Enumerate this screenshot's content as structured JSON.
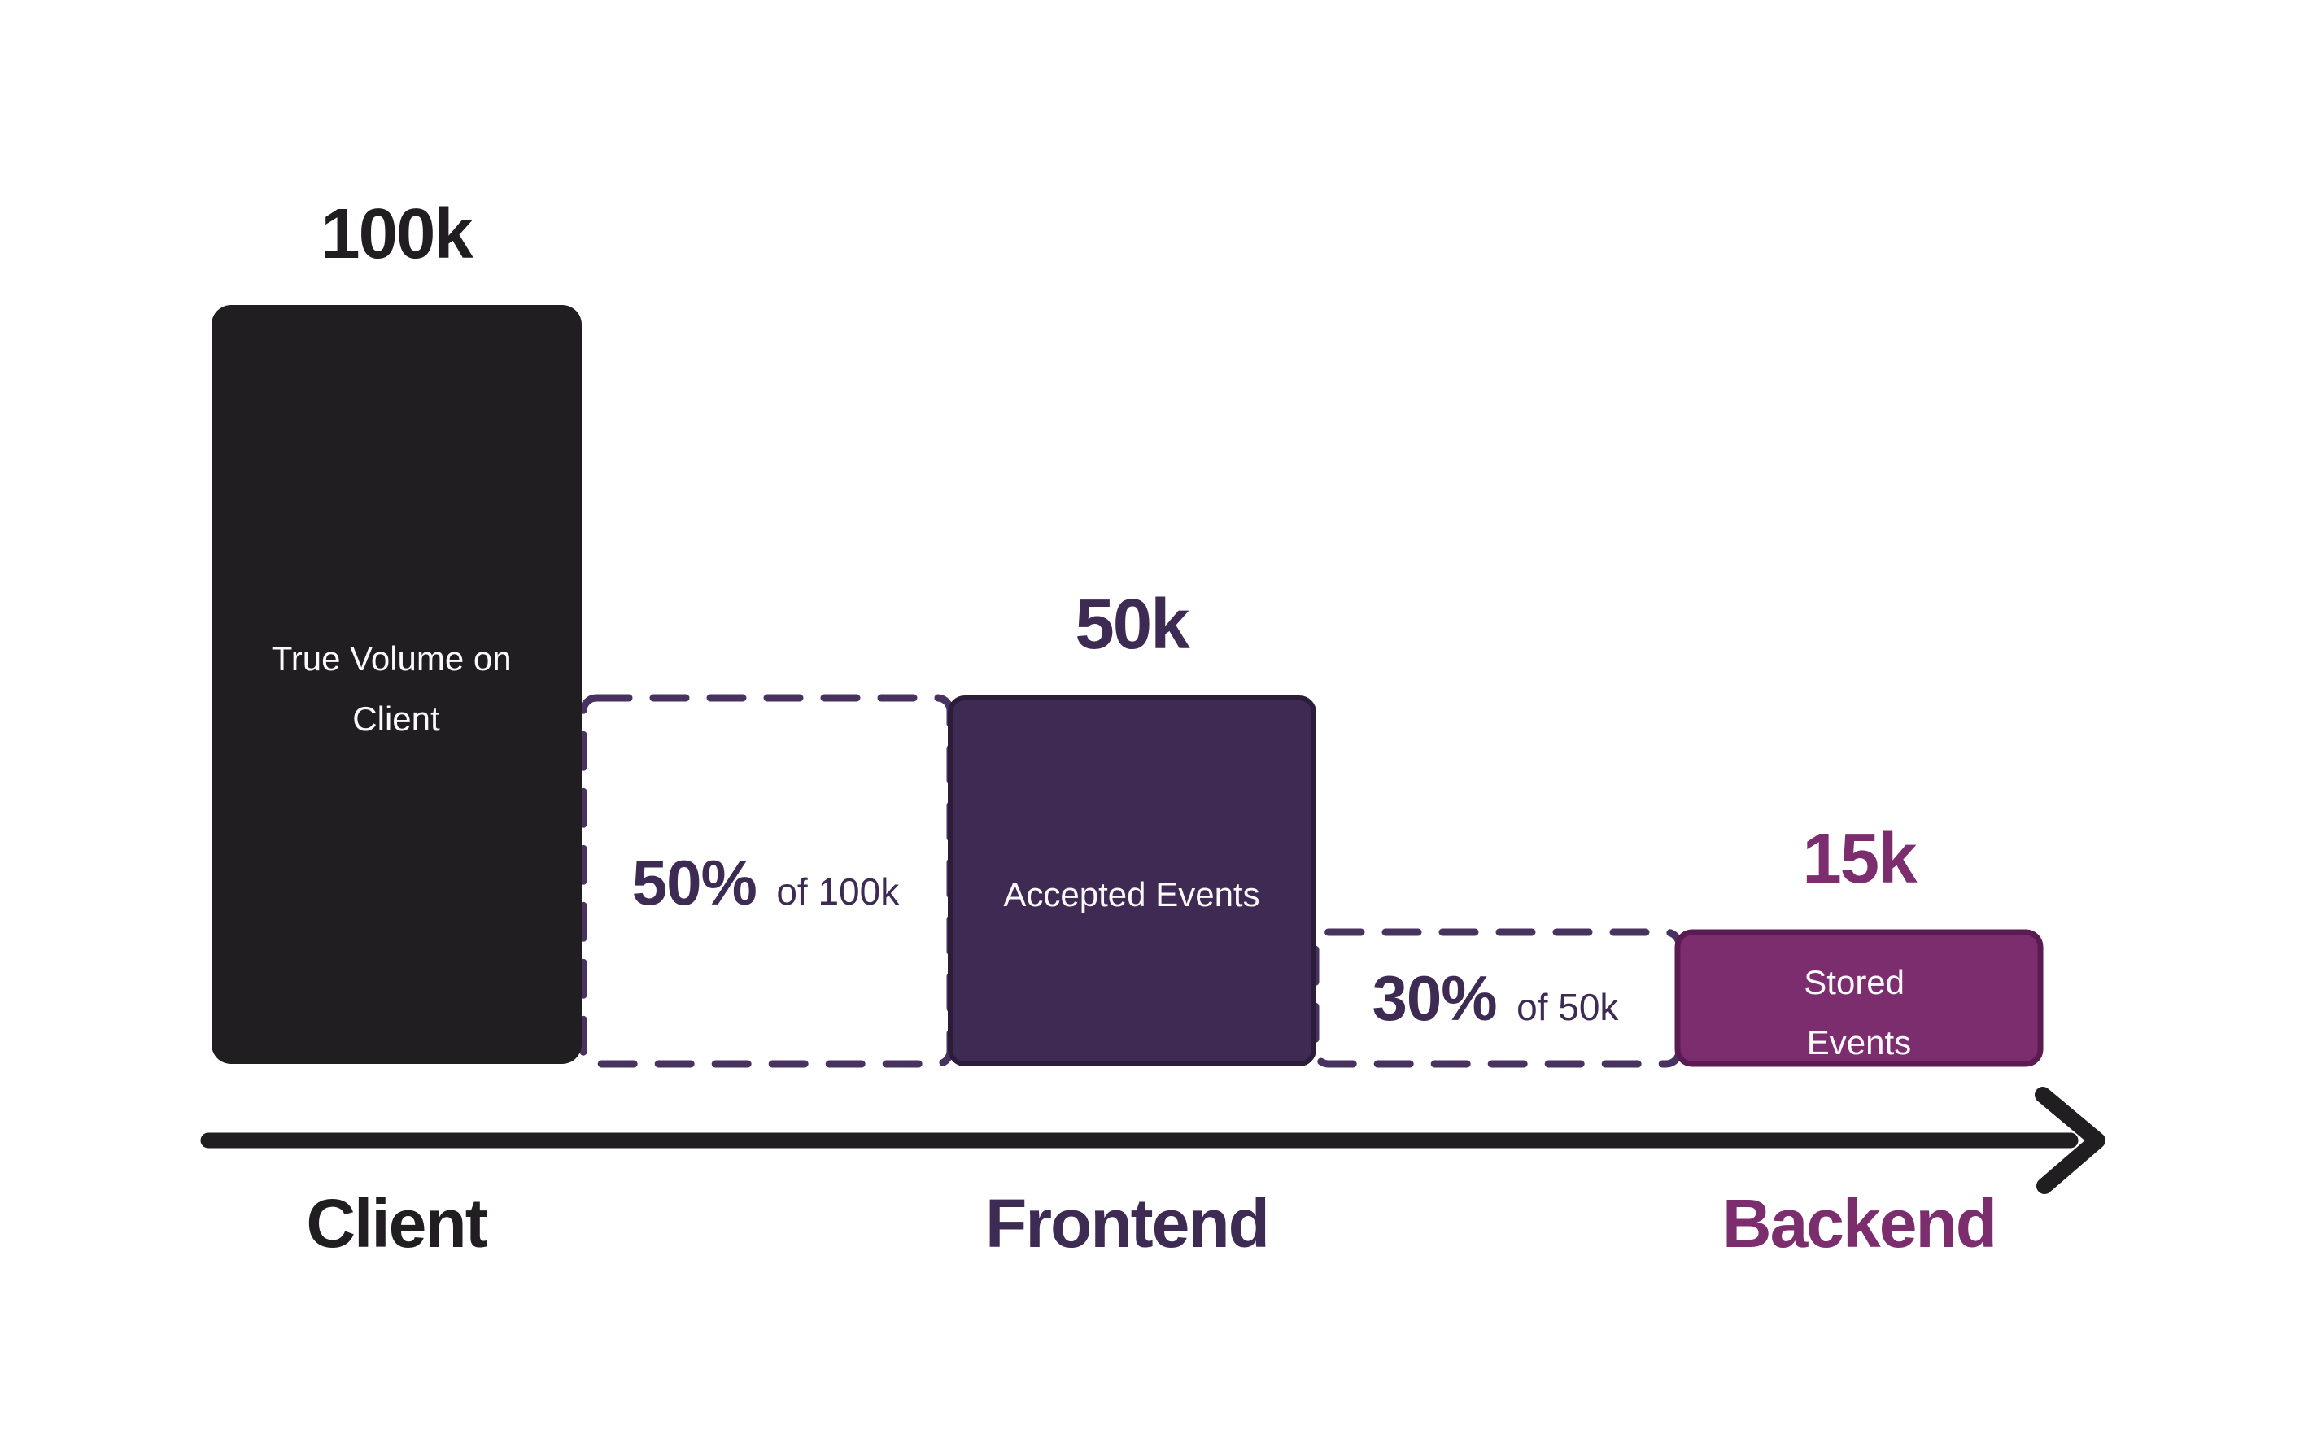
{
  "page": {
    "background": "#ffffff"
  },
  "chart_data": {
    "type": "bar",
    "title": "",
    "categories": [
      "Client",
      "Frontend",
      "Backend"
    ],
    "values": [
      100000,
      50000,
      15000
    ],
    "value_labels": [
      "100k",
      "50k",
      "15k"
    ],
    "bar_labels": [
      "True Volume on Client",
      "Accepted Events",
      "Stored Events"
    ],
    "drop_annotations": [
      {
        "from": "Client",
        "to": "Frontend",
        "retained_pct": "50%",
        "of": "of 100k"
      },
      {
        "from": "Frontend",
        "to": "Backend",
        "retained_pct": "30%",
        "of": "of 50k"
      }
    ],
    "xlabel": "",
    "ylabel": "",
    "legend": false,
    "grid": false,
    "axis_arrow": true
  },
  "bars": {
    "client": {
      "value_label": "100k",
      "value_color": "#211e21",
      "label_line1": "True Volume on",
      "label_line2": "Client",
      "fill": "#211e21",
      "text_color": "#fbf9fb"
    },
    "frontend": {
      "value_label": "50k",
      "value_color": "#3e2b53",
      "label": "Accepted Events",
      "fill": "#3f2a54",
      "border": "#2b1c3a",
      "text_color": "#fbf9fb"
    },
    "backend": {
      "value_label": "15k",
      "value_color": "#7c2d6e",
      "label_line1": "Stored",
      "label_line2": "Events",
      "fill": "#7c2d6e",
      "border": "#5a1b52",
      "text_color": "#fbf9fb"
    }
  },
  "drops": {
    "frontend": {
      "pct": "50%",
      "of": "of 100k",
      "outline": "#483260",
      "text_color": "#3e2b53"
    },
    "backend": {
      "pct": "30%",
      "of": "of 50k",
      "outline": "#483260",
      "text_color": "#3e2b53"
    }
  },
  "axis": {
    "color": "#211e21",
    "labels": {
      "client": {
        "text": "Client",
        "color": "#211e21"
      },
      "frontend": {
        "text": "Frontend",
        "color": "#3e2b53"
      },
      "backend": {
        "text": "Backend",
        "color": "#7c2d6e"
      }
    }
  }
}
